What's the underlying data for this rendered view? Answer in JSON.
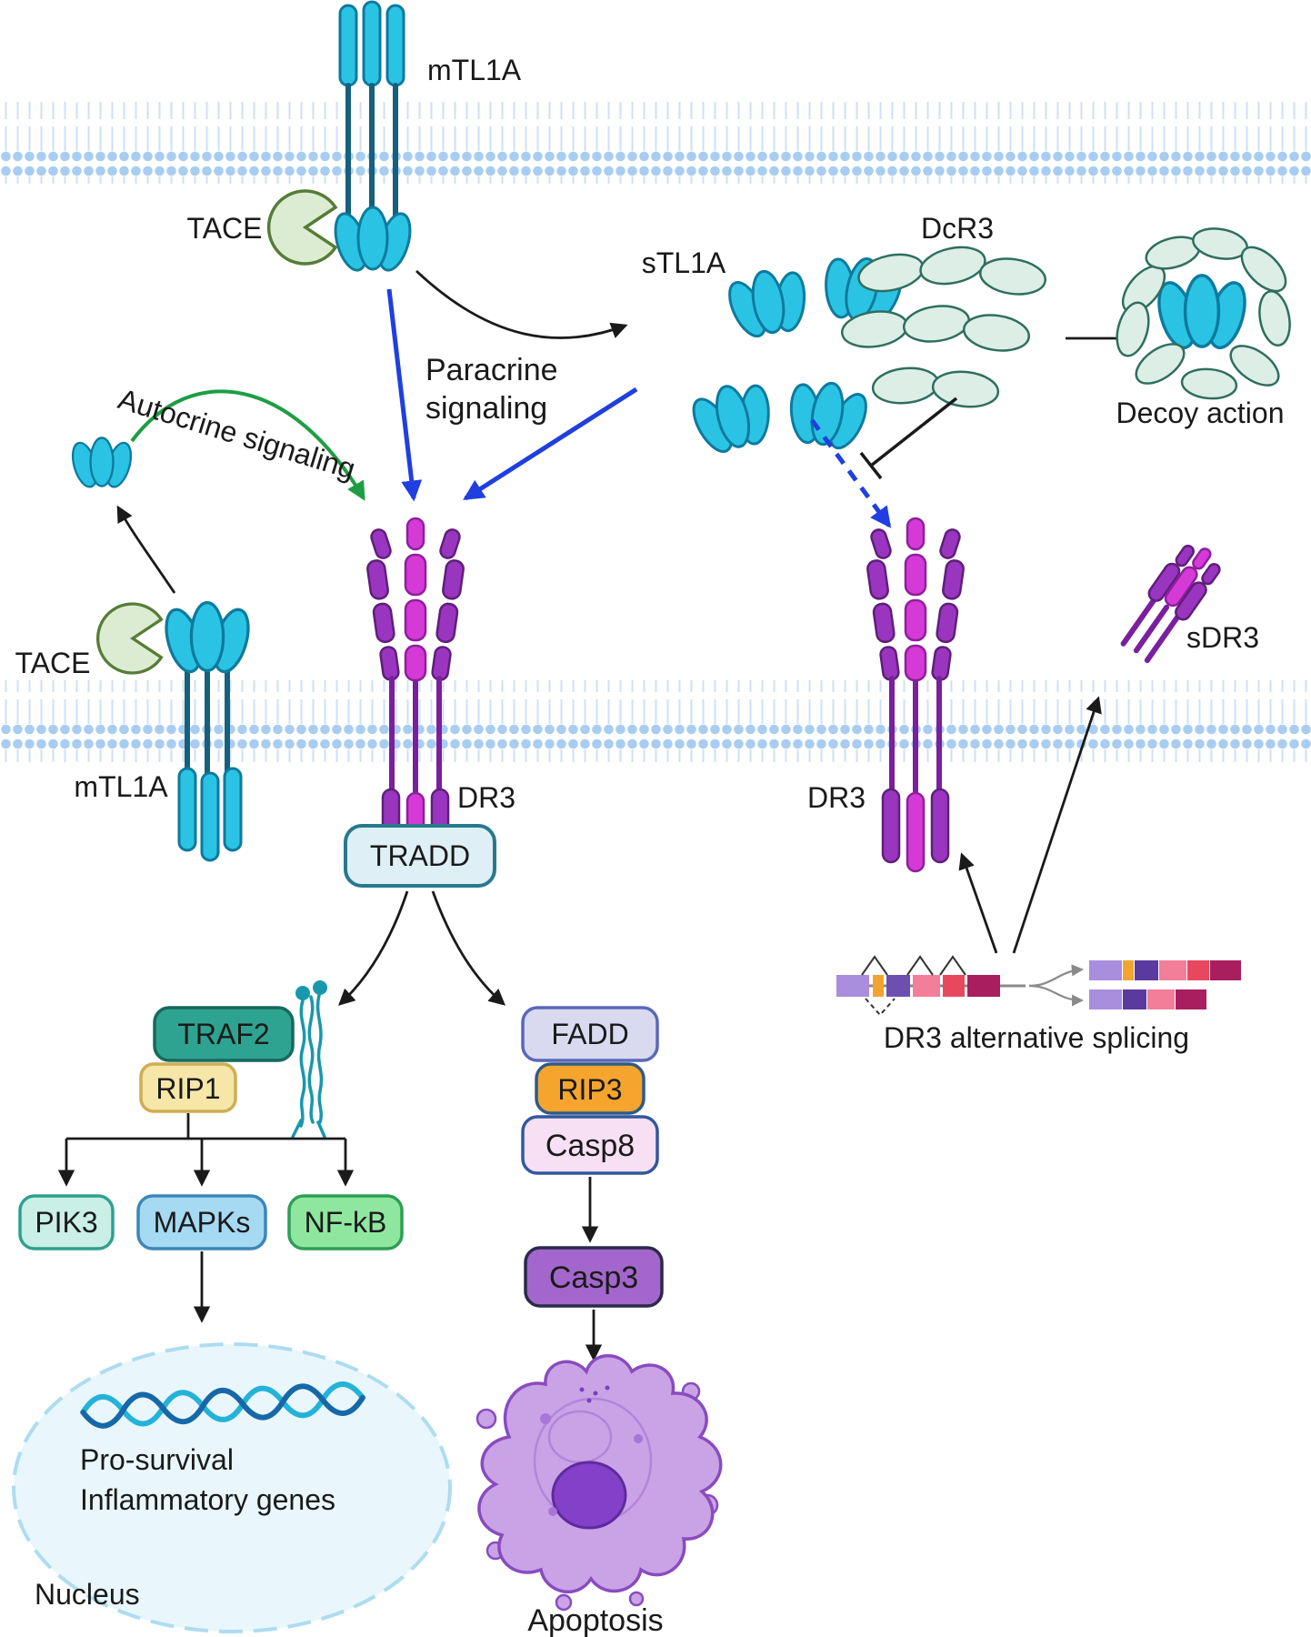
{
  "palette": {
    "cyan_protein": "#2bc3e4",
    "cyan_stroke": "#0d7a9e",
    "magenta_receptor": "#d63ad6",
    "purple_receptor": "#9a35c0",
    "green_signal": "#1d9e44",
    "blue_signal": "#1f3fe0",
    "membrane_head": "#a9cdf1",
    "decoy_fill": "#ddeee6"
  },
  "labels": {
    "mtl1a_top": "mTL1A",
    "tace_top": "TACE",
    "stl1a": "sTL1A",
    "dcr3": "DcR3",
    "decoy_action": "Decoy action",
    "paracrine_line1": "Paracrine",
    "paracrine_line2": "signaling",
    "autocrine": "Autocrine signaling",
    "tace_left": "TACE",
    "mtl1a_left": "mTL1A",
    "dr3_center": "DR3",
    "tradd": "TRADD",
    "dr3_right": "DR3",
    "sdr3": "sDR3",
    "splicing_caption": "DR3 alternative splicing",
    "traf2": "TRAF2",
    "rip1": "RIP1",
    "pik3": "PIK3",
    "mapks": "MAPKs",
    "nfkb": "NF-kB",
    "fadd": "FADD",
    "rip3": "RIP3",
    "casp8": "Casp8",
    "casp3": "Casp3",
    "genes_line1": "Pro-survival",
    "genes_line2": "Inflammatory genes",
    "nucleus": "Nucleus",
    "apoptosis": "Apoptosis"
  }
}
